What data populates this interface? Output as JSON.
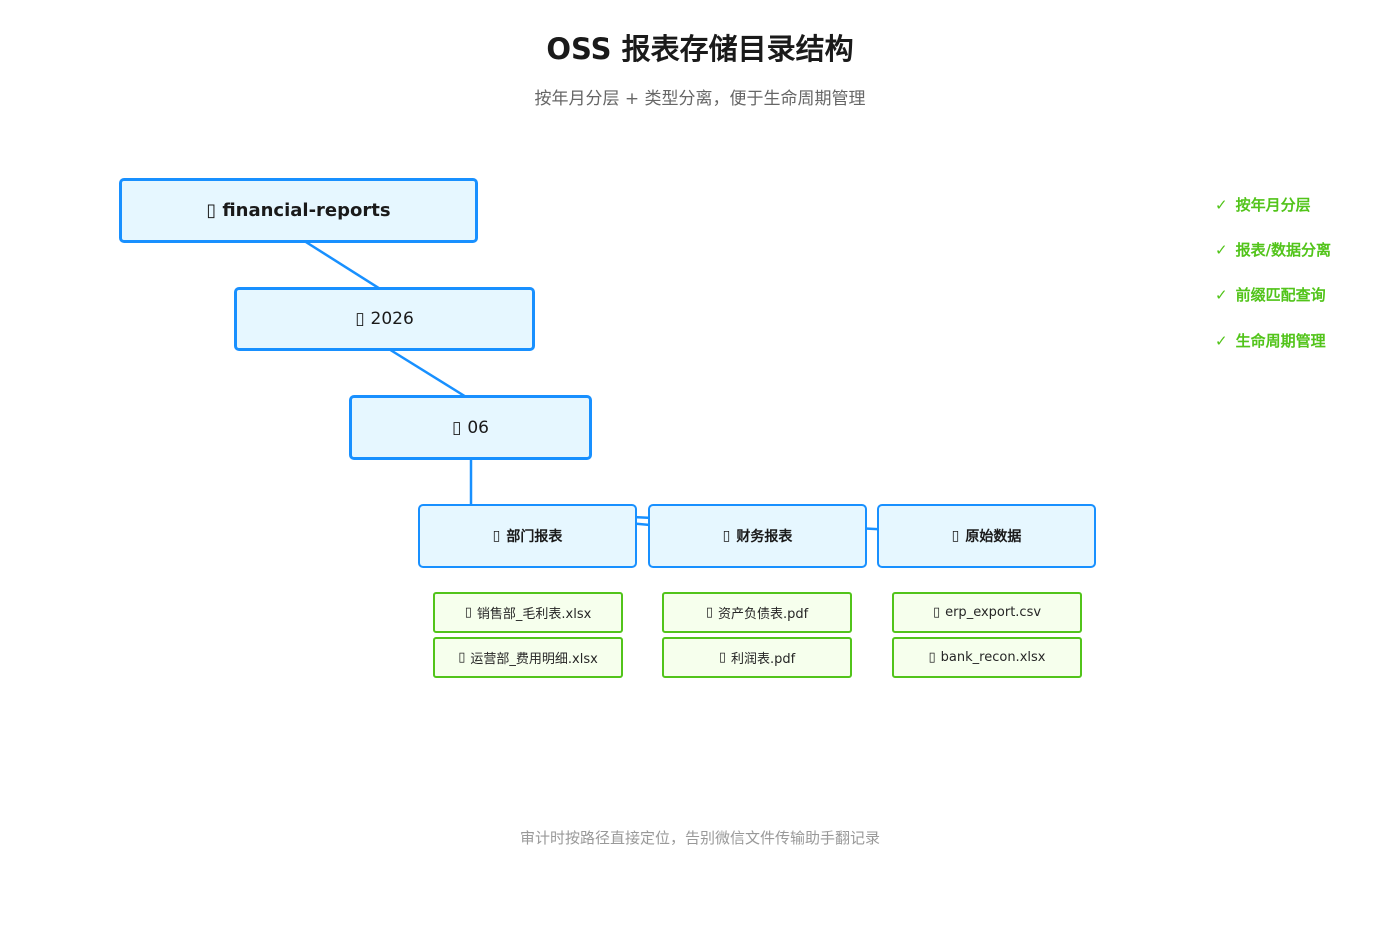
{
  "title": "OSS 报表存储目录结构",
  "subtitle": "按年月分层 + 类型分离，便于生命周期管理",
  "tree": {
    "root": {
      "icon": "folder-icon",
      "glyph": "▯",
      "label": "financial-reports"
    },
    "year": {
      "icon": "folder-icon",
      "glyph": "▯",
      "label": "2026"
    },
    "month": {
      "icon": "folder-icon",
      "glyph": "▯",
      "label": "06"
    },
    "categories": [
      {
        "icon": "folder-icon",
        "glyph": "▯",
        "label": "部门报表",
        "files": [
          {
            "icon": "file-icon",
            "glyph": "▯",
            "label": "销售部_毛利表.xlsx"
          },
          {
            "icon": "file-icon",
            "glyph": "▯",
            "label": "运营部_费用明细.xlsx"
          }
        ]
      },
      {
        "icon": "folder-icon",
        "glyph": "▯",
        "label": "财务报表",
        "files": [
          {
            "icon": "file-icon",
            "glyph": "▯",
            "label": "资产负债表.pdf"
          },
          {
            "icon": "file-icon",
            "glyph": "▯",
            "label": "利润表.pdf"
          }
        ]
      },
      {
        "icon": "folder-icon",
        "glyph": "▯",
        "label": "原始数据",
        "files": [
          {
            "icon": "file-icon",
            "glyph": "▯",
            "label": "erp_export.csv"
          },
          {
            "icon": "file-icon",
            "glyph": "▯",
            "label": "bank_recon.xlsx"
          }
        ]
      }
    ]
  },
  "features": [
    {
      "check": "✓",
      "label": "按年月分层"
    },
    {
      "check": "✓",
      "label": "报表/数据分离"
    },
    {
      "check": "✓",
      "label": "前缀匹配查询"
    },
    {
      "check": "✓",
      "label": "生命周期管理"
    }
  ],
  "footer": "审计时按路径直接定位，告别微信文件传输助手翻记录",
  "colors": {
    "folder_border": "#1890ff",
    "folder_fill": "#e6f7ff",
    "file_border": "#52c41a",
    "file_fill": "#f6ffed",
    "feature_text": "#52c41a"
  }
}
